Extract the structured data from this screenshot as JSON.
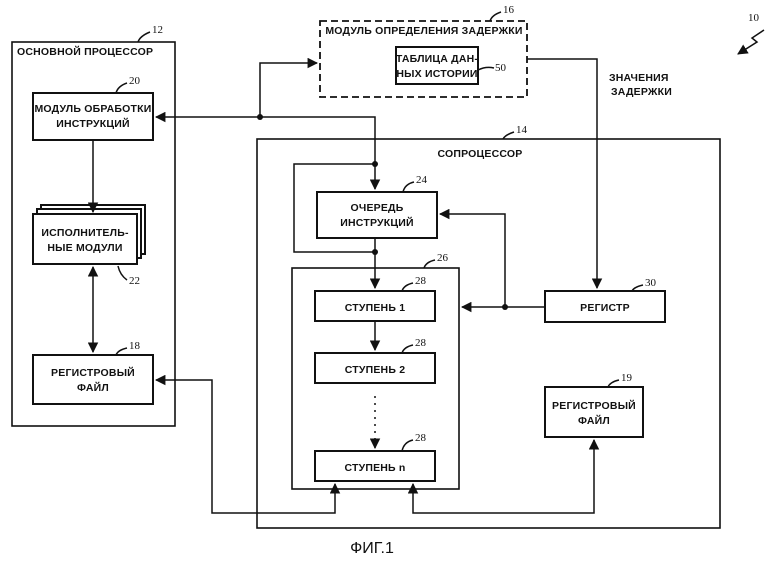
{
  "figure_label": "ФИГ.1",
  "ref_system": "10",
  "main_processor": {
    "title": "ОСНОВНОЙ ПРОЦЕССОР",
    "ref": "12"
  },
  "instr_module": {
    "line1": "МОДУЛЬ ОБРАБОТКИ",
    "line2": "ИНСТРУКЦИЙ",
    "ref": "20"
  },
  "exec_units": {
    "line1": "ИСПОЛНИТЕЛЬ-",
    "line2": "НЫЕ МОДУЛИ",
    "ref": "22"
  },
  "reg_file_main": {
    "line1": "РЕГИСТРОВЫЙ",
    "line2": "ФАЙЛ",
    "ref": "18"
  },
  "delay_module": {
    "title": "МОДУЛЬ ОПРЕДЕЛЕНИЯ ЗАДЕРЖКИ",
    "ref": "16"
  },
  "history_table": {
    "line1": "ТАБЛИЦА ДАН-",
    "line2": "НЫХ ИСТОРИИ",
    "ref": "50"
  },
  "delay_values": {
    "line1": "ЗНАЧЕНИЯ",
    "line2": "ЗАДЕРЖКИ"
  },
  "coprocessor": {
    "title": "СОПРОЦЕССОР",
    "ref": "14"
  },
  "queue": {
    "line1": "ОЧЕРЕДЬ",
    "line2": "ИНСТРУКЦИЙ",
    "ref": "24"
  },
  "pipeline": {
    "ref": "26"
  },
  "stages": [
    {
      "label": "СТУПЕНЬ 1",
      "ref": "28"
    },
    {
      "label": "СТУПЕНЬ 2",
      "ref": "28"
    },
    {
      "label": "СТУПЕНЬ n",
      "ref": "28"
    }
  ],
  "register": {
    "label": "РЕГИСТР",
    "ref": "30"
  },
  "reg_file_co": {
    "line1": "РЕГИСТРОВЫЙ",
    "line2": "ФАЙЛ",
    "ref": "19"
  }
}
